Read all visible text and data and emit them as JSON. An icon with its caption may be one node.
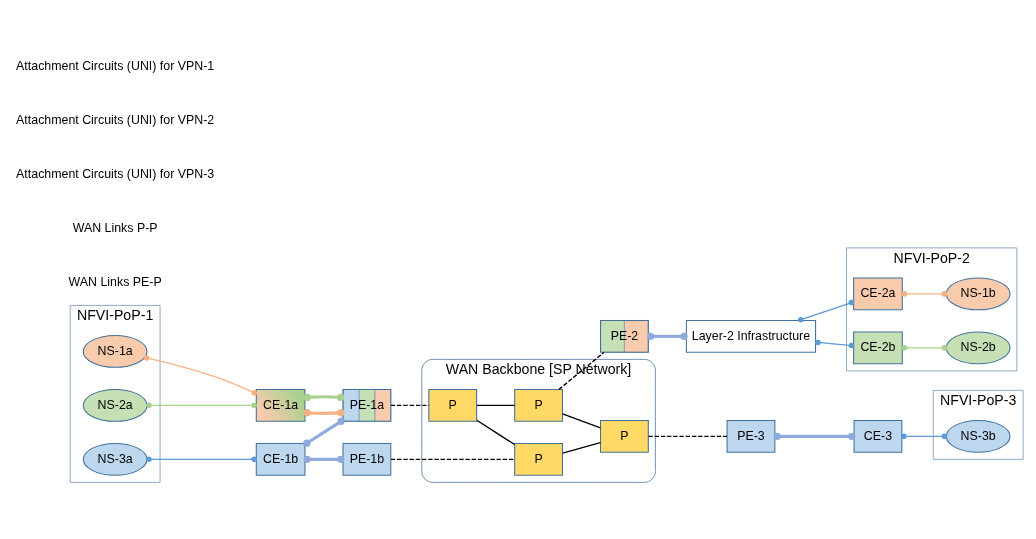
{
  "diagram": {
    "nodes": [
      {
        "text": [
          "NFVI-PoP-1"
        ]
      },
      {
        "text": [
          "NS-1a"
        ],
        "in": 0
      },
      {
        "text": [
          "NS-2a"
        ],
        "in": 0
      },
      {
        "text": [
          "NS-3a"
        ],
        "in": 0
      },
      {
        "text": [
          "CE-1a"
        ]
      },
      {
        "text": [
          "CE-1b"
        ]
      },
      {
        "text": [
          "WAN Backbone [SP Network]"
        ]
      },
      {
        "text": [
          "PE-1a"
        ]
      },
      {
        "text": [
          "PE-1b"
        ]
      },
      {
        "text": [
          "P"
        ],
        "in": 6
      },
      {
        "text": [
          "P"
        ],
        "in": 6
      },
      {
        "text": [
          "P"
        ],
        "in": 6
      },
      {
        "text": [
          "P"
        ],
        "in": 6
      },
      {
        "text": [
          "PE-2"
        ]
      },
      {
        "text": [
          "PE-3"
        ]
      },
      {
        "text": [
          "NFVI-PoP-2"
        ]
      },
      {
        "text": [
          "Layer-2 Infrastructure"
        ]
      },
      {
        "text": [
          "CE-2a"
        ],
        "in": 15
      },
      {
        "text": [
          "CE-2b"
        ],
        "in": 15
      },
      {
        "text": [
          "NS-1b"
        ],
        "in": 15
      },
      {
        "text": [
          "NS-2b"
        ],
        "in": 15
      },
      {
        "text": [
          "NFVI-PoP-3"
        ]
      },
      {
        "text": [
          "CE-3"
        ]
      },
      {
        "text": [
          "NS-3b"
        ],
        "in": 21
      }
    ],
    "edges": [
      {
        "from": 1,
        "to": 4,
        "arrow": "other",
        "color": "#f4b183"
      },
      {
        "from": 2,
        "to": 4,
        "arrow": "other",
        "color": "#a9d18e"
      },
      {
        "from": 3,
        "to": 5,
        "arrow": "other",
        "color": "#5b9bd5"
      },
      {
        "from": 4,
        "to": 7,
        "arrow": "other",
        "style": "thick",
        "color": "#f4b183"
      },
      {
        "from": 4,
        "to": 7,
        "arrow": "other",
        "style": "thick",
        "color": "#a9d18e"
      },
      {
        "from": 5,
        "to": 7,
        "arrow": "other",
        "style": "thick",
        "color": "#8faadc"
      },
      {
        "from": 5,
        "to": 8,
        "arrow": "other",
        "style": "thick",
        "color": "#8faadc"
      },
      {
        "from": 7,
        "to": 10,
        "arrow": "none",
        "style": "dashed"
      },
      {
        "from": 8,
        "to": 12,
        "arrow": "none",
        "style": "dashed"
      },
      {
        "from": 10,
        "to": 9,
        "arrow": "none"
      },
      {
        "from": 10,
        "to": 12,
        "arrow": "none"
      },
      {
        "from": 9,
        "to": 11,
        "arrow": "none"
      },
      {
        "from": 12,
        "to": 11,
        "arrow": "none"
      },
      {
        "from": 9,
        "to": 13,
        "arrow": "none",
        "style": "dashed"
      },
      {
        "from": 11,
        "to": 14,
        "arrow": "none",
        "style": "dashed"
      },
      {
        "from": 13,
        "to": 16,
        "arrow": "other",
        "style": "thick",
        "color": "#8faadc"
      },
      {
        "from": 16,
        "to": 17,
        "arrow": "other",
        "color": "#5b9bd5"
      },
      {
        "from": 16,
        "to": 18,
        "arrow": "other",
        "color": "#5b9bd5"
      },
      {
        "from": 17,
        "to": 19,
        "arrow": "other",
        "color": "#f4b183"
      },
      {
        "from": 18,
        "to": 20,
        "arrow": "other",
        "color": "#a9d18e"
      },
      {
        "from": 14,
        "to": 22,
        "arrow": "other",
        "style": "thick",
        "color": "#8faadc"
      },
      {
        "from": 22,
        "to": 23,
        "arrow": "other",
        "color": "#5b9bd5"
      }
    ],
    "legend": [
      {
        "text": "Attachment Circuits (UNI) for VPN-1"
      },
      {
        "text": "Attachment Circuits (UNI) for VPN-2"
      },
      {
        "text": "Attachment Circuits (UNI) for VPN-3"
      },
      {
        "text": "WAN Links P-P"
      },
      {
        "text": "WAN Links PE-P"
      }
    ]
  }
}
